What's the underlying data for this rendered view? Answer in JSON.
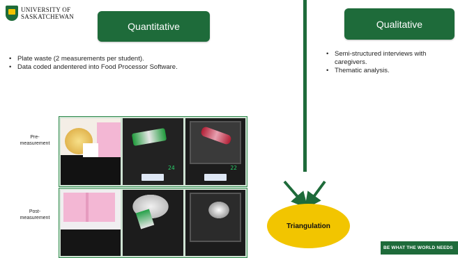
{
  "logo": {
    "line1": "UNIVERSITY OF",
    "line2": "SASKATCHEWAN",
    "icon": "university-shield-icon"
  },
  "quantitative": {
    "title": "Quantitative",
    "bullets": [
      "Plate waste (2 measurements per student).",
      "Data coded andentered into Food Processor Software."
    ]
  },
  "qualitative": {
    "title": "Qualitative",
    "bullets": [
      "Semi-structured interviews with caregivers.",
      "Thematic analysis."
    ]
  },
  "photos": {
    "pre_label": "Pre-\nmeasurement",
    "post_label": "Post-\nmeasurement"
  },
  "triangulation": {
    "label": "Triangulation"
  },
  "slogan": "BE WHAT THE WORLD NEEDS",
  "colors": {
    "brand_green": "#1e6b3a",
    "accent_gold": "#f2c500"
  }
}
